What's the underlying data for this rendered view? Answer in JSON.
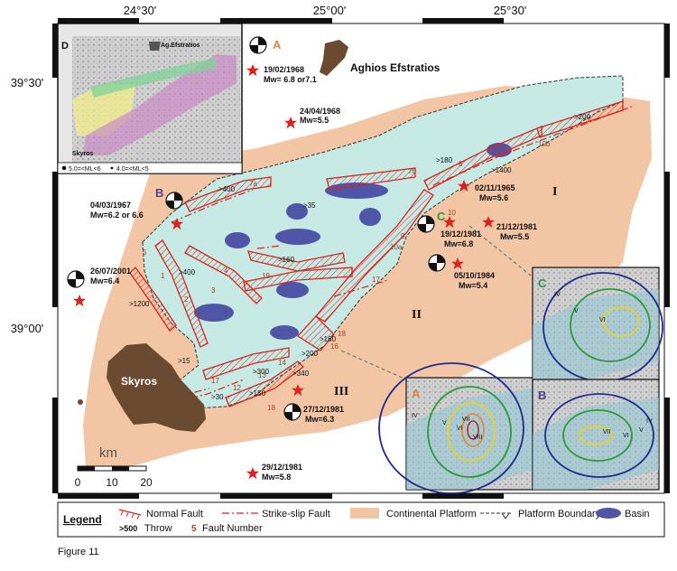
{
  "coords": {
    "top": [
      "24°30'",
      "25°00'",
      "25°30'"
    ],
    "left": [
      "39°30'",
      "39°00'"
    ]
  },
  "islands": {
    "aghios": "Aghios Efstratios",
    "skyros": "Skyros"
  },
  "regions": [
    "I",
    "II",
    "III"
  ],
  "events": [
    {
      "marker": "A",
      "date": "19/02/1968",
      "mag": "Mw= 6.8 or7.1",
      "color": "#e8852a"
    },
    {
      "marker": "",
      "date": "24/04/1968",
      "mag": "Mw=5.5"
    },
    {
      "marker": "B",
      "date": "04/03/1967",
      "mag": "Mw=6.2 or 6.6",
      "color": "#4a3f9a"
    },
    {
      "marker": "",
      "date": "02/11/1965",
      "mag": "Mw=5.6"
    },
    {
      "marker": "C",
      "date": "19/12/1981",
      "mag": "Mw=6.8",
      "color": "#2a9a3a"
    },
    {
      "marker": "",
      "date": "21/12/1981",
      "mag": "Mw=5.5"
    },
    {
      "marker": "",
      "date": "05/10/1984",
      "mag": "Mw=5.4"
    },
    {
      "marker": "",
      "date": "26/07/2001",
      "mag": "Mw=6.4"
    },
    {
      "marker": "",
      "date": "27/12/1981",
      "mag": "Mw=6.3"
    },
    {
      "marker": "",
      "date": "29/12/1981",
      "mag": "Mw=5.8"
    }
  ],
  "throws": [
    ">200",
    ">1400",
    ">180",
    ">400",
    ">35",
    ">160",
    ">400",
    ">1200",
    ">300",
    ">200",
    ">160",
    ">340",
    ">15",
    ">30",
    ">150"
  ],
  "fault_numbers": [
    "10b",
    "8",
    "7b",
    "7a",
    "10",
    "10a",
    "19",
    "4",
    "3",
    "2",
    "17",
    "5",
    "1",
    "16",
    "18",
    "14",
    "13",
    "12",
    "17",
    "18",
    "9"
  ],
  "inset_d": {
    "label": "D",
    "place1": "Ag.Efstratios",
    "place2": "Skyros",
    "legend1": "5.0=<ML<6",
    "legend2": "4.0=<ML<5"
  },
  "insets": {
    "a": {
      "label": "A",
      "roman": [
        "IV",
        "V",
        "VI",
        "VII",
        "VIII"
      ]
    },
    "b": {
      "label": "B",
      "roman": [
        "IV",
        "V",
        "VI",
        "VII"
      ]
    },
    "c": {
      "label": "C",
      "roman": [
        "IV",
        "V",
        "VI"
      ]
    }
  },
  "scale": {
    "unit": "km",
    "ticks": [
      "0",
      "10",
      "20"
    ]
  },
  "legend": {
    "title": "Legend",
    "normal": "Normal Fault",
    "strike": "Strike-slip Fault",
    "platform": "Continental Platform",
    "boundary": "Platform Boundary",
    "basin": "Basin",
    "throw_symbol": ">500",
    "throw_label": "Throw",
    "fnum_symbol": "5",
    "fnum_label": "Fault Number"
  },
  "caption": "Figure 11",
  "colors": {
    "platform": "#f2c6a4",
    "water": "#c6e9e4",
    "basin": "#4f56a8",
    "island": "#6b4a32",
    "fault": "#d8241e",
    "star": "#d8241e"
  }
}
